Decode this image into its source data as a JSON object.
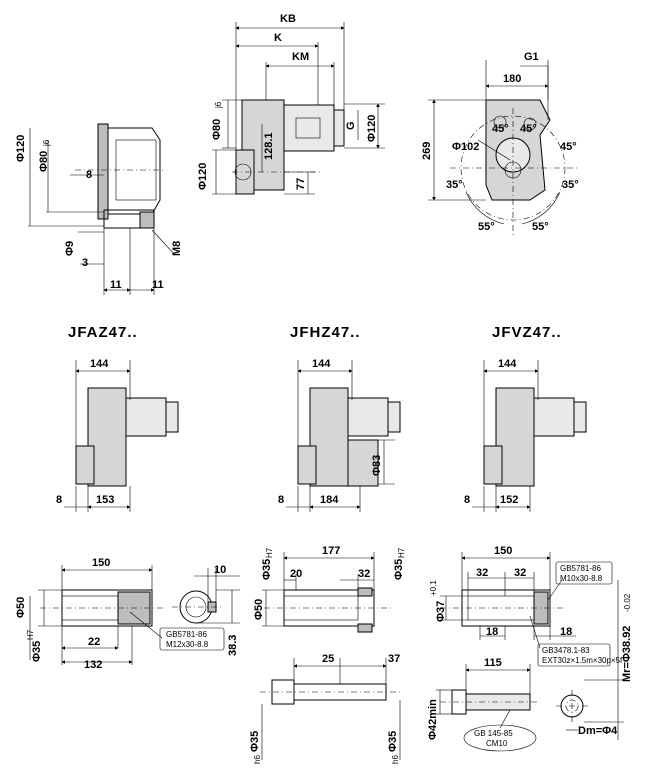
{
  "models": {
    "a": "JFAZ47..",
    "h": "JFHZ47..",
    "v": "JFVZ47.."
  },
  "top_left": {
    "d120": "Φ120",
    "d80": "Φ80",
    "d80_tol": "j6",
    "v8": "8",
    "v9": "Φ9",
    "v3": "3",
    "m8": "M8",
    "w11a": "11",
    "w11b": "11"
  },
  "top_mid": {
    "kb": "KB",
    "k": "K",
    "km": "KM",
    "g": "G",
    "d120r": "Φ120",
    "d80": "Φ80",
    "d80_tol": "j6",
    "d120l": "Φ120",
    "v128": "128.1",
    "v77": "77"
  },
  "top_right": {
    "g1": "G1",
    "w180": "180",
    "h269": "269",
    "d102": "Φ102",
    "a45a": "45°",
    "a45b": "45°",
    "a45c": "45°",
    "a35a": "35°",
    "a35b": "35°",
    "a55a": "55°",
    "a55b": "55°"
  },
  "mid": {
    "a_144": "144",
    "a_8": "8",
    "a_153": "153",
    "h_144": "144",
    "h_8": "8",
    "h_184": "184",
    "h_83": "Φ83",
    "v_144": "144",
    "v_8": "8",
    "v_152": "152"
  },
  "bottom_left": {
    "w150": "150",
    "w10": "10",
    "d50": "Φ50",
    "d35": "Φ35",
    "d35_tol": "H7",
    "w22": "22",
    "w132": "132",
    "v38": "38.3",
    "note1": "GB5781-86",
    "note2": "M12x30-8.8"
  },
  "bottom_mid": {
    "w177": "177",
    "w20": "20",
    "w32": "32",
    "d35l": "Φ35",
    "d35r": "Φ35",
    "tol": "H7",
    "d50": "Φ50",
    "w25": "25",
    "w37": "37",
    "d35bl": "Φ35",
    "d35br": "Φ35",
    "tol2": "h6"
  },
  "bottom_right": {
    "w150": "150",
    "w32a": "32",
    "w32b": "32",
    "d37": "Φ37",
    "d37_tol": "+0.1",
    "w18a": "18",
    "w18b": "18",
    "w115": "115",
    "d42": "Φ42min",
    "mr": "Mr=Φ38.92",
    "mr_tol": "-0.02",
    "dm": "Dm=Φ4",
    "note1": "GB5781-86",
    "note2": "M10x30-8.8",
    "note3": "GB3478.1-83",
    "note4": "EXT30z×1.5m×30p×5f",
    "note5": "GB 145-85",
    "note6": "CM10"
  }
}
